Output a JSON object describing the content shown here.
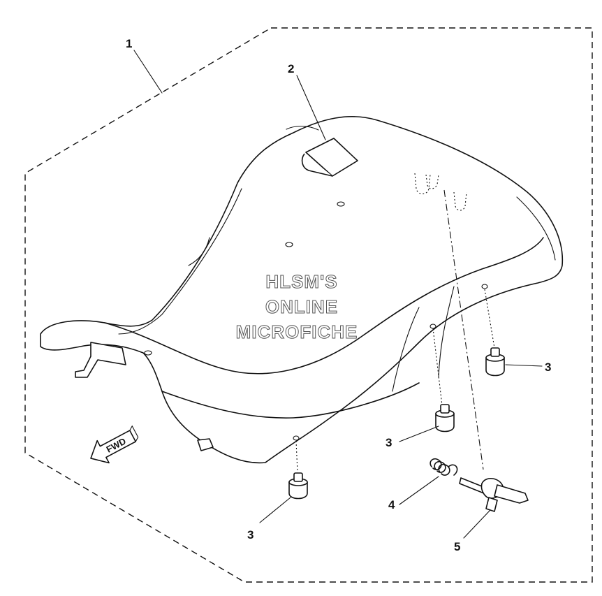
{
  "callouts": [
    {
      "id": "1",
      "label": "1"
    },
    {
      "id": "2",
      "label": "2"
    },
    {
      "id": "3a",
      "label": "3"
    },
    {
      "id": "3b",
      "label": "3"
    },
    {
      "id": "3c",
      "label": "3"
    },
    {
      "id": "4",
      "label": "4"
    },
    {
      "id": "5",
      "label": "5"
    }
  ],
  "watermark": {
    "line1": "HLSM'S",
    "line2": "ONLINE",
    "line3": "MICROFICHE"
  },
  "direction_arrow": {
    "label": "FWD",
    "icon": "forward-arrow-icon"
  }
}
